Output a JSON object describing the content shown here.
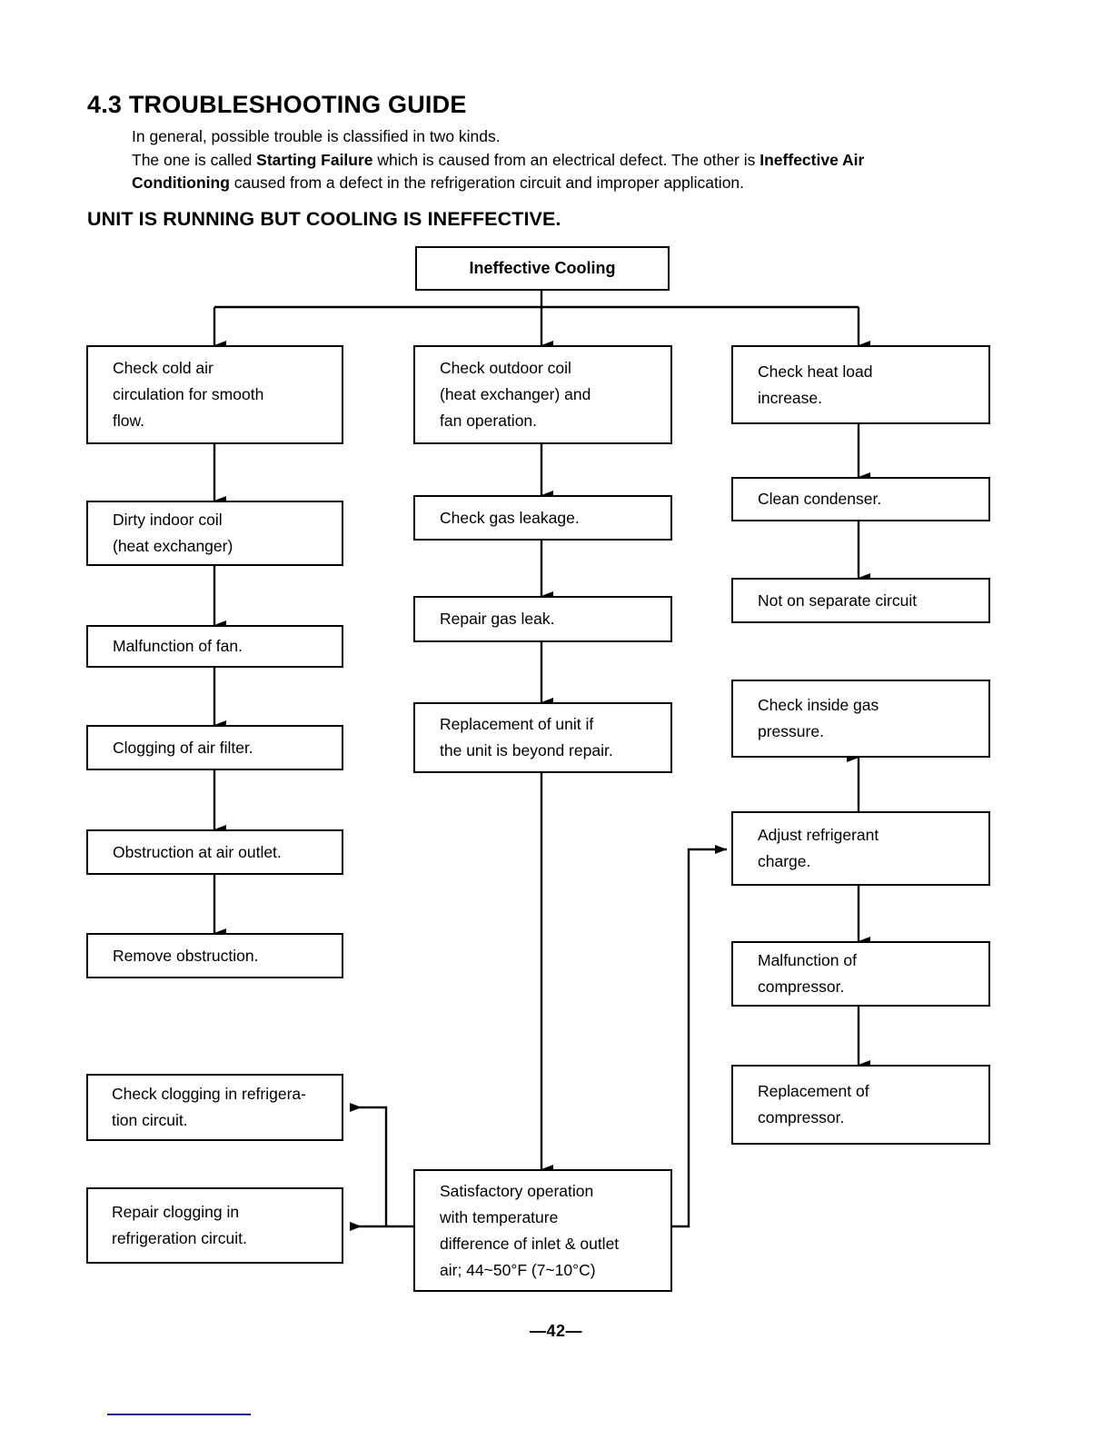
{
  "document": {
    "heading": "4.3 TROUBLESHOOTING GUIDE",
    "intro_line_1": "In general, possible trouble is classified in two kinds.",
    "intro_line_2_a": "The one is called ",
    "intro_line_2_b": "Starting Failure",
    "intro_line_2_c": " which is caused from an electrical defect. The other is ",
    "intro_line_2_d": "Ineffective Air",
    "intro_line_3_a": "Conditioning",
    "intro_line_3_b": " caused from a defect in the refrigeration circuit and improper application.",
    "section_title": "UNIT IS RUNNING BUT COOLING IS INEFFECTIVE.",
    "page_number": "—42—"
  },
  "flowchart": {
    "root": {
      "label": "Ineffective Cooling"
    },
    "branch_left": [
      {
        "l1": "Check cold air",
        "l2": "circulation for smooth",
        "l3": "flow."
      },
      {
        "l1": "Dirty indoor coil",
        "l2": "(heat exchanger)"
      },
      {
        "l1": "Malfunction of fan."
      },
      {
        "l1": "Clogging of air filter."
      },
      {
        "l1": "Obstruction at air outlet."
      },
      {
        "l1": "Remove obstruction."
      }
    ],
    "branch_middle": [
      {
        "l1": "Check outdoor coil",
        "l2": "(heat exchanger) and",
        "l3": "fan operation."
      },
      {
        "l1": "Check gas leakage."
      },
      {
        "l1": "Repair gas leak."
      },
      {
        "l1": "Replacement of unit if",
        "l2": "the unit is beyond repair."
      }
    ],
    "branch_right": [
      {
        "l1": "Check heat load",
        "l2": "increase."
      },
      {
        "l1": "Clean condenser."
      },
      {
        "l1": "Not on separate circuit"
      },
      {
        "l1": "Check inside gas",
        "l2": "pressure."
      },
      {
        "l1": "Adjust refrigerant",
        "l2": "charge."
      },
      {
        "l1": "Malfunction of",
        "l2": "compressor."
      },
      {
        "l1": "Replacement of",
        "l2": "compressor."
      }
    ],
    "feedback": [
      {
        "l1": "Check clogging in refrigera-",
        "l2": "tion circuit."
      },
      {
        "l1": "Repair clogging in",
        "l2": "refrigeration circuit."
      }
    ],
    "outcome": {
      "l1": "Satisfactory operation",
      "l2": "with temperature",
      "l3": "difference of inlet & outlet",
      "l4": "air; 44~50°F (7~10°C)"
    }
  }
}
